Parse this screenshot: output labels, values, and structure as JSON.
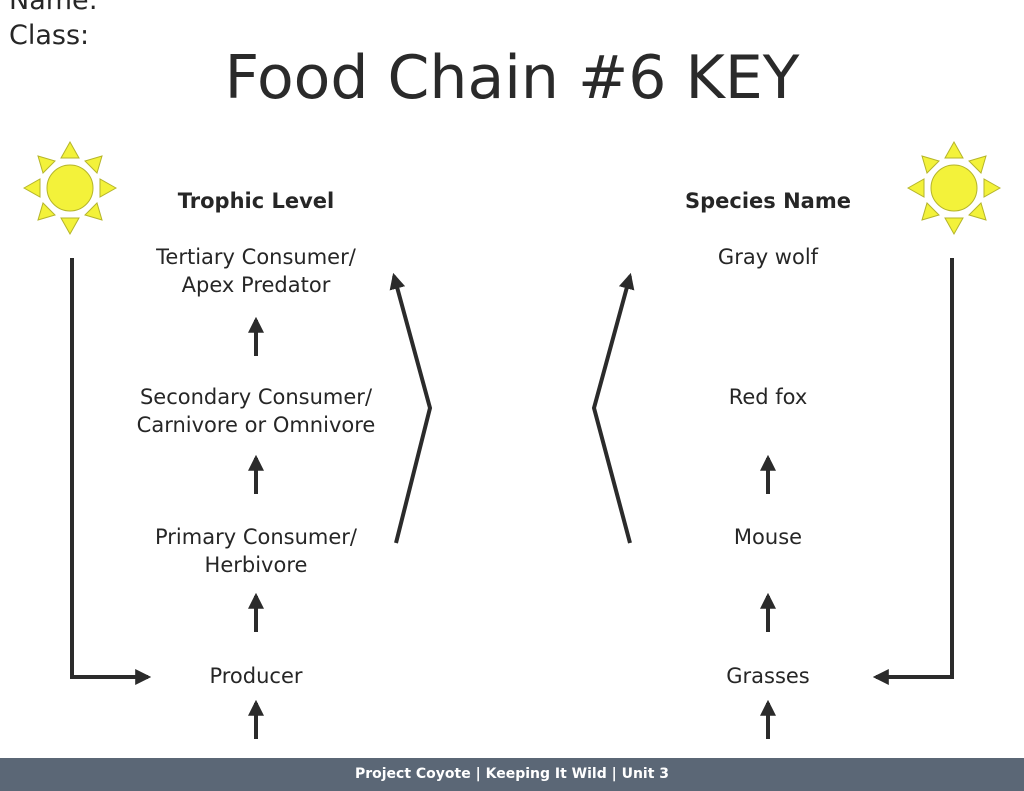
{
  "header": {
    "name_label": "Name:",
    "class_label": "Class:"
  },
  "title": "Food Chain #6 KEY",
  "trophic": {
    "heading": "Trophic Level",
    "levels": [
      {
        "line1": "Tertiary Consumer/",
        "line2": "Apex Predator"
      },
      {
        "line1": "Secondary Consumer/",
        "line2": "Carnivore or Omnivore"
      },
      {
        "line1": "Primary Consumer/",
        "line2": "Herbivore"
      },
      {
        "line1": "Producer",
        "line2": ""
      }
    ]
  },
  "species": {
    "heading": "Species Name",
    "names": [
      "Gray wolf",
      "Red fox",
      "Mouse",
      "Grasses"
    ]
  },
  "footer": "Project Coyote | Keeping It Wild | Unit 3",
  "colors": {
    "sun_fill": "#f3f23a",
    "sun_stroke": "#b5b52a",
    "arrow": "#2b2b2b",
    "footer_bg": "#5b6776"
  }
}
